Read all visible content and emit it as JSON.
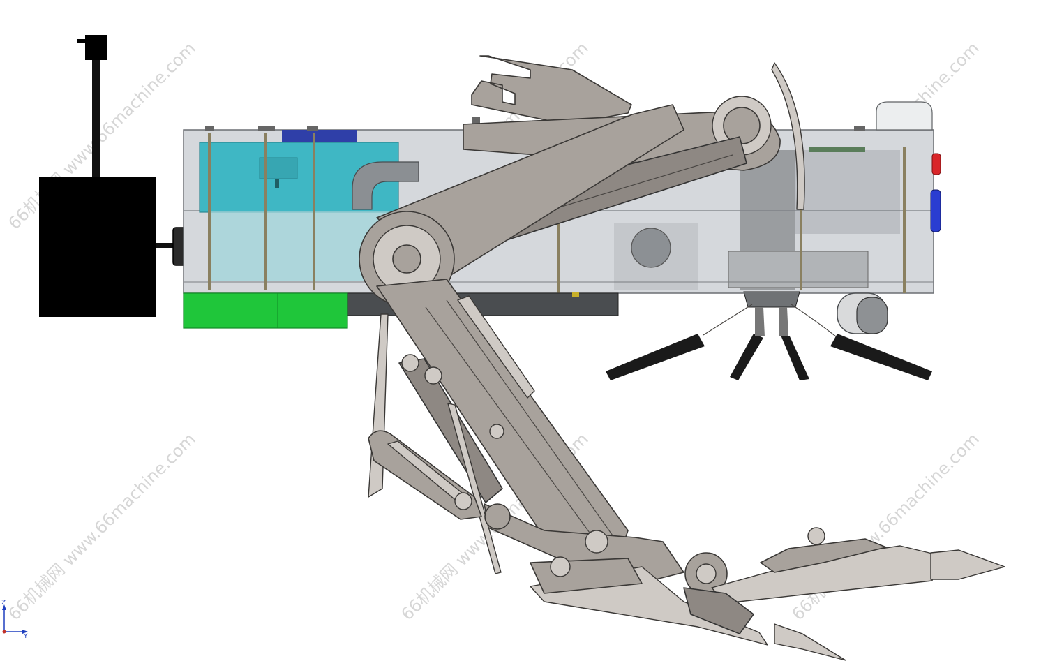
{
  "watermark": {
    "text": "66机械网 www.66machine.com",
    "color": "#c9c9c9"
  },
  "triad": {
    "z_label": "Z",
    "y_label": "Y",
    "z_color": "#1f3fbf",
    "y_color": "#1f3fbf",
    "x_color": "#c0322b"
  },
  "colors": {
    "background": "#ffffff",
    "housing_glass": "#d5d8dc",
    "cyan_module": "#3fb7c4",
    "blue_strip": "#2f3fa8",
    "green_pad": "#1fc63a",
    "black_box": "#000000",
    "steel": "#a8a29c",
    "red_button": "#d9262a",
    "blue_button": "#2a3dd1"
  },
  "icons": [
    "axis-triad-icon"
  ]
}
